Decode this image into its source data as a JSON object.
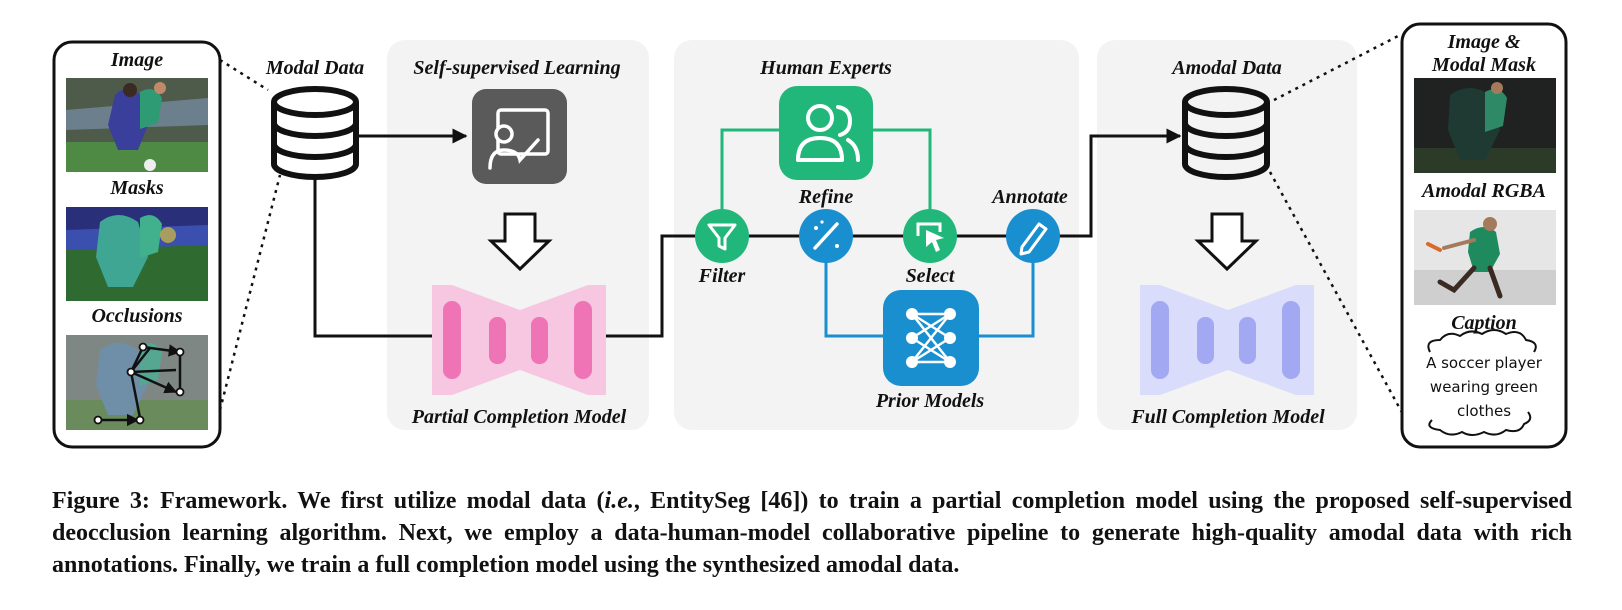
{
  "left_panel": {
    "image_label": "Image",
    "masks_label": "Masks",
    "occlusions_label": "Occlusions"
  },
  "modal_data_label": "Modal Data",
  "stage1": {
    "title": "Self-supervised Learning",
    "model_label": "Partial Completion Model"
  },
  "stage2": {
    "human_experts_label": "Human Experts",
    "refine_label": "Refine",
    "annotate_label": "Annotate",
    "filter_label": "Filter",
    "select_label": "Select",
    "prior_models_label": "Prior Models"
  },
  "stage3": {
    "amodal_data_label": "Amodal Data",
    "model_label": "Full Completion Model"
  },
  "right_panel": {
    "image_modal_mask_line1": "Image &",
    "image_modal_mask_line2": "Modal Mask",
    "amodal_rgba_label": "Amodal RGBA",
    "caption_label": "Caption",
    "caption_line1": "A soccer player",
    "caption_line2": "wearing green",
    "caption_line3": "clothes"
  },
  "colors": {
    "panel_bg": "#f3f3f3",
    "green": "#22b77a",
    "blue": "#1a8fd0",
    "pink": "#f7c6e0",
    "pink_dark": "#ee74b6",
    "lavender": "#d9dcfa",
    "lavender_dark": "#a3a8f2",
    "dark_gray": "#5a5a5a"
  },
  "figure_caption": {
    "part1": "Figure 3: Framework. We first utilize modal data (",
    "italic": "i.e.",
    "part2": ", EntitySeg [46]) to train a partial completion model using the proposed self-supervised deocclusion learning algorithm. Next, we employ a data-human-model collaborative pipeline to generate high-quality amodal data with rich annotations. Finally, we train a full completion model using the synthesized amodal data."
  }
}
